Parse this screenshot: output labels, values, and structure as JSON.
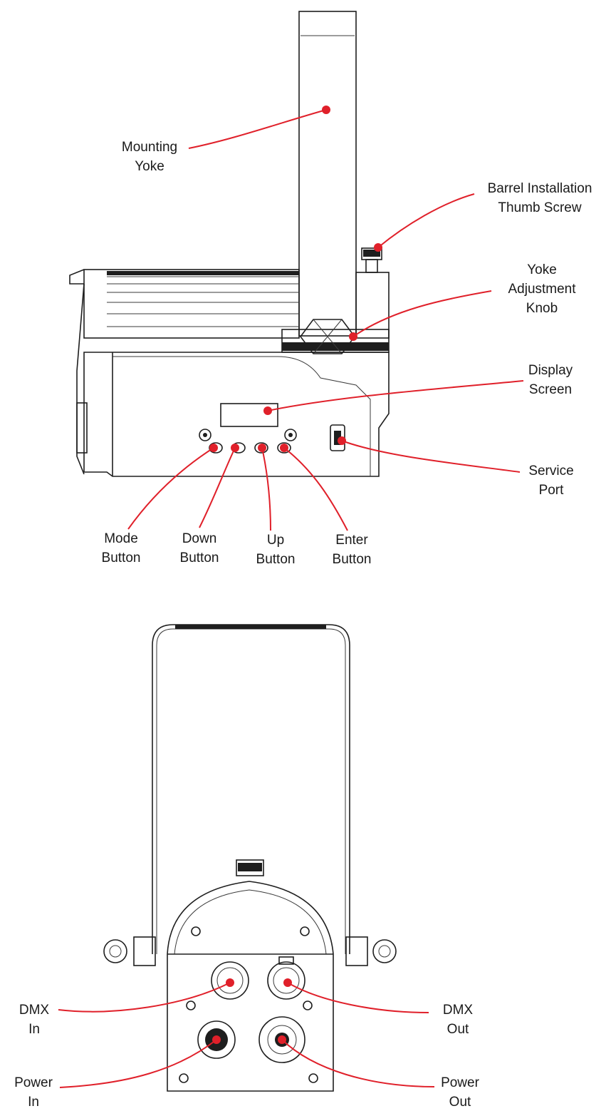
{
  "colors": {
    "leader": "#e0202a",
    "outline": "#1e1e1e",
    "label_text": "#1a1a1a"
  },
  "side_view": {
    "mounting_yoke": [
      "Mounting",
      "Yoke"
    ],
    "barrel_screw": [
      "Barrel Installation",
      "Thumb Screw"
    ],
    "yoke_knob": [
      "Yoke",
      "Adjustment",
      "Knob"
    ],
    "display_screen": [
      "Display",
      "Screen"
    ],
    "service_port": [
      "Service",
      "Port"
    ],
    "mode_button": [
      "Mode",
      "Button"
    ],
    "down_button": [
      "Down",
      "Button"
    ],
    "up_button": [
      "Up",
      "Button"
    ],
    "enter_button": [
      "Enter",
      "Button"
    ]
  },
  "rear_view": {
    "dmx_in": [
      "DMX",
      "In"
    ],
    "dmx_out": [
      "DMX",
      "Out"
    ],
    "power_in": [
      "Power",
      "In"
    ],
    "power_out": [
      "Power",
      "Out"
    ]
  }
}
